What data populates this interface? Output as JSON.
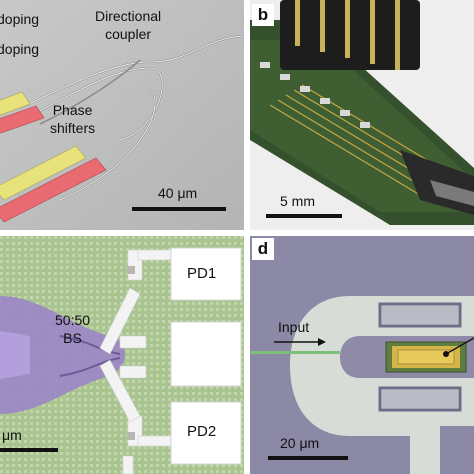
{
  "panels": {
    "a": {
      "labels": {
        "doping_1": "doping",
        "doping_2": "doping",
        "coupler": "Directional\ncoupler",
        "shifters": "Phase\nshifters"
      },
      "scale_text": "40 μm"
    },
    "b": {
      "letter": "b",
      "scale_text": "5 mm"
    },
    "c": {
      "labels": {
        "bs": "50:50\nBS",
        "pd1": "PD1",
        "pd2": "PD2"
      },
      "scale_text": "μm"
    },
    "d": {
      "letter": "d",
      "labels": {
        "input": "Input"
      },
      "scale_text": "20 μm"
    }
  }
}
